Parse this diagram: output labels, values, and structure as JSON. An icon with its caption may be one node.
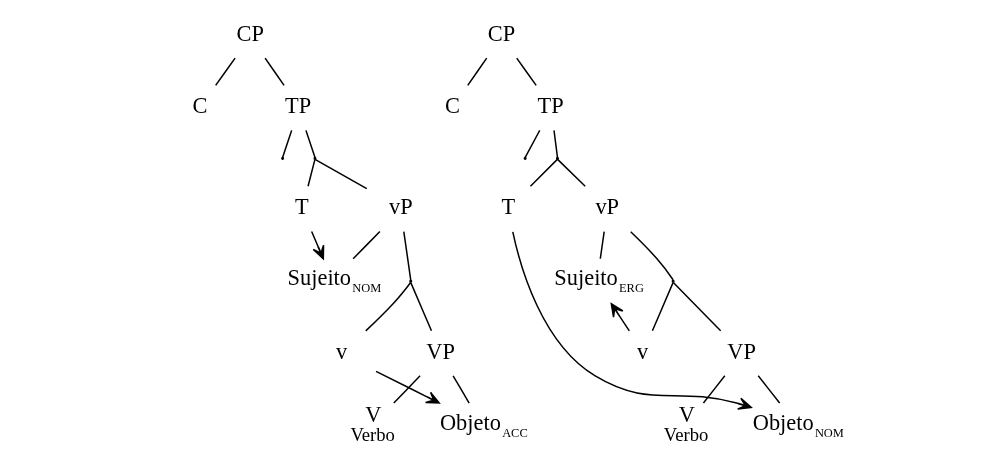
{
  "diagram": {
    "nodes": [
      {
        "text": [
          "CP"
        ]
      },
      {
        "text": [
          "C"
        ]
      },
      {
        "text": [
          "TP"
        ]
      },
      {
        "text": [],
        "shape": "point"
      },
      {
        "text": [],
        "shape": "point"
      },
      {
        "text": [
          "T"
        ]
      },
      {
        "text": [
          "vP"
        ]
      },
      {
        "text": [
          "Sujeito$_{NOM}$"
        ]
      },
      {
        "text": [],
        "shape": "point"
      },
      {
        "text": [
          "v"
        ]
      },
      {
        "text": [
          "VP"
        ]
      },
      {
        "text": [
          "V",
          "Verbo"
        ]
      },
      {
        "text": [
          "Objeto$_{ACC}$"
        ]
      },
      {
        "text": [
          "CP"
        ]
      },
      {
        "text": [
          "C"
        ]
      },
      {
        "text": [
          "TP"
        ]
      },
      {
        "text": [],
        "shape": "point"
      },
      {
        "text": [],
        "shape": "point"
      },
      {
        "text": [
          "T"
        ]
      },
      {
        "text": [
          "vP"
        ]
      },
      {
        "text": [
          "Sujeito$_{ERG}$"
        ]
      },
      {
        "text": [],
        "shape": "point"
      },
      {
        "text": [
          "v"
        ]
      },
      {
        "text": [
          "VP"
        ]
      },
      {
        "text": [
          "V",
          "Verbo"
        ]
      },
      {
        "text": [
          "Objeto$_{NOM}$"
        ]
      }
    ],
    "edges": [
      {
        "from": 0,
        "to": 1,
        "arrow": "none"
      },
      {
        "from": 0,
        "to": 2,
        "arrow": "none"
      },
      {
        "from": 2,
        "to": 3,
        "arrow": "none"
      },
      {
        "from": 2,
        "to": 4,
        "arrow": "none"
      },
      {
        "from": 4,
        "to": 5,
        "arrow": "none"
      },
      {
        "from": 4,
        "to": 6,
        "arrow": "none"
      },
      {
        "from": 6,
        "to": 7,
        "arrow": "none"
      },
      {
        "from": 6,
        "to": 8,
        "arrow": "none"
      },
      {
        "from": 8,
        "to": 9,
        "arrow": "none"
      },
      {
        "from": 8,
        "to": 10,
        "arrow": "none"
      },
      {
        "from": 10,
        "to": 11,
        "arrow": "none"
      },
      {
        "from": 10,
        "to": 12,
        "arrow": "none"
      },
      {
        "from": 5,
        "to": 7,
        "arrow": "to"
      },
      {
        "from": 9,
        "to": 12,
        "arrow": "to"
      },
      {
        "from": 13,
        "to": 14,
        "arrow": "none"
      },
      {
        "from": 13,
        "to": 15,
        "arrow": "none"
      },
      {
        "from": 15,
        "to": 16,
        "arrow": "none"
      },
      {
        "from": 15,
        "to": 17,
        "arrow": "none"
      },
      {
        "from": 17,
        "to": 18,
        "arrow": "none"
      },
      {
        "from": 17,
        "to": 19,
        "arrow": "none"
      },
      {
        "from": 19,
        "to": 20,
        "arrow": "none"
      },
      {
        "from": 19,
        "to": 21,
        "arrow": "none"
      },
      {
        "from": 21,
        "to": 22,
        "arrow": "none"
      },
      {
        "from": 21,
        "to": 23,
        "arrow": "none"
      },
      {
        "from": 23,
        "to": 24,
        "arrow": "none"
      },
      {
        "from": 23,
        "to": 25,
        "arrow": "none"
      },
      {
        "from": 22,
        "to": 20,
        "arrow": "to"
      },
      {
        "from": 18,
        "to": 25,
        "arrow": "to"
      }
    ]
  }
}
